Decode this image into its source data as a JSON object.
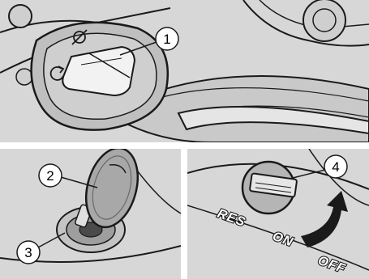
{
  "callouts": [
    "1",
    "2",
    "3",
    "4"
  ],
  "switch_labels": {
    "res": "RES",
    "on": "ON",
    "off": "OFF"
  },
  "icons": [
    "fuel-cap-icon",
    "key-icon",
    "headlight-off-icon",
    "engine-start-icon"
  ],
  "colors": {
    "panel_background": "#d7d7d7",
    "outline": "#1a1a1a",
    "cap_fill": "#a8a8a8",
    "button_fill": "#f2f2f2"
  }
}
